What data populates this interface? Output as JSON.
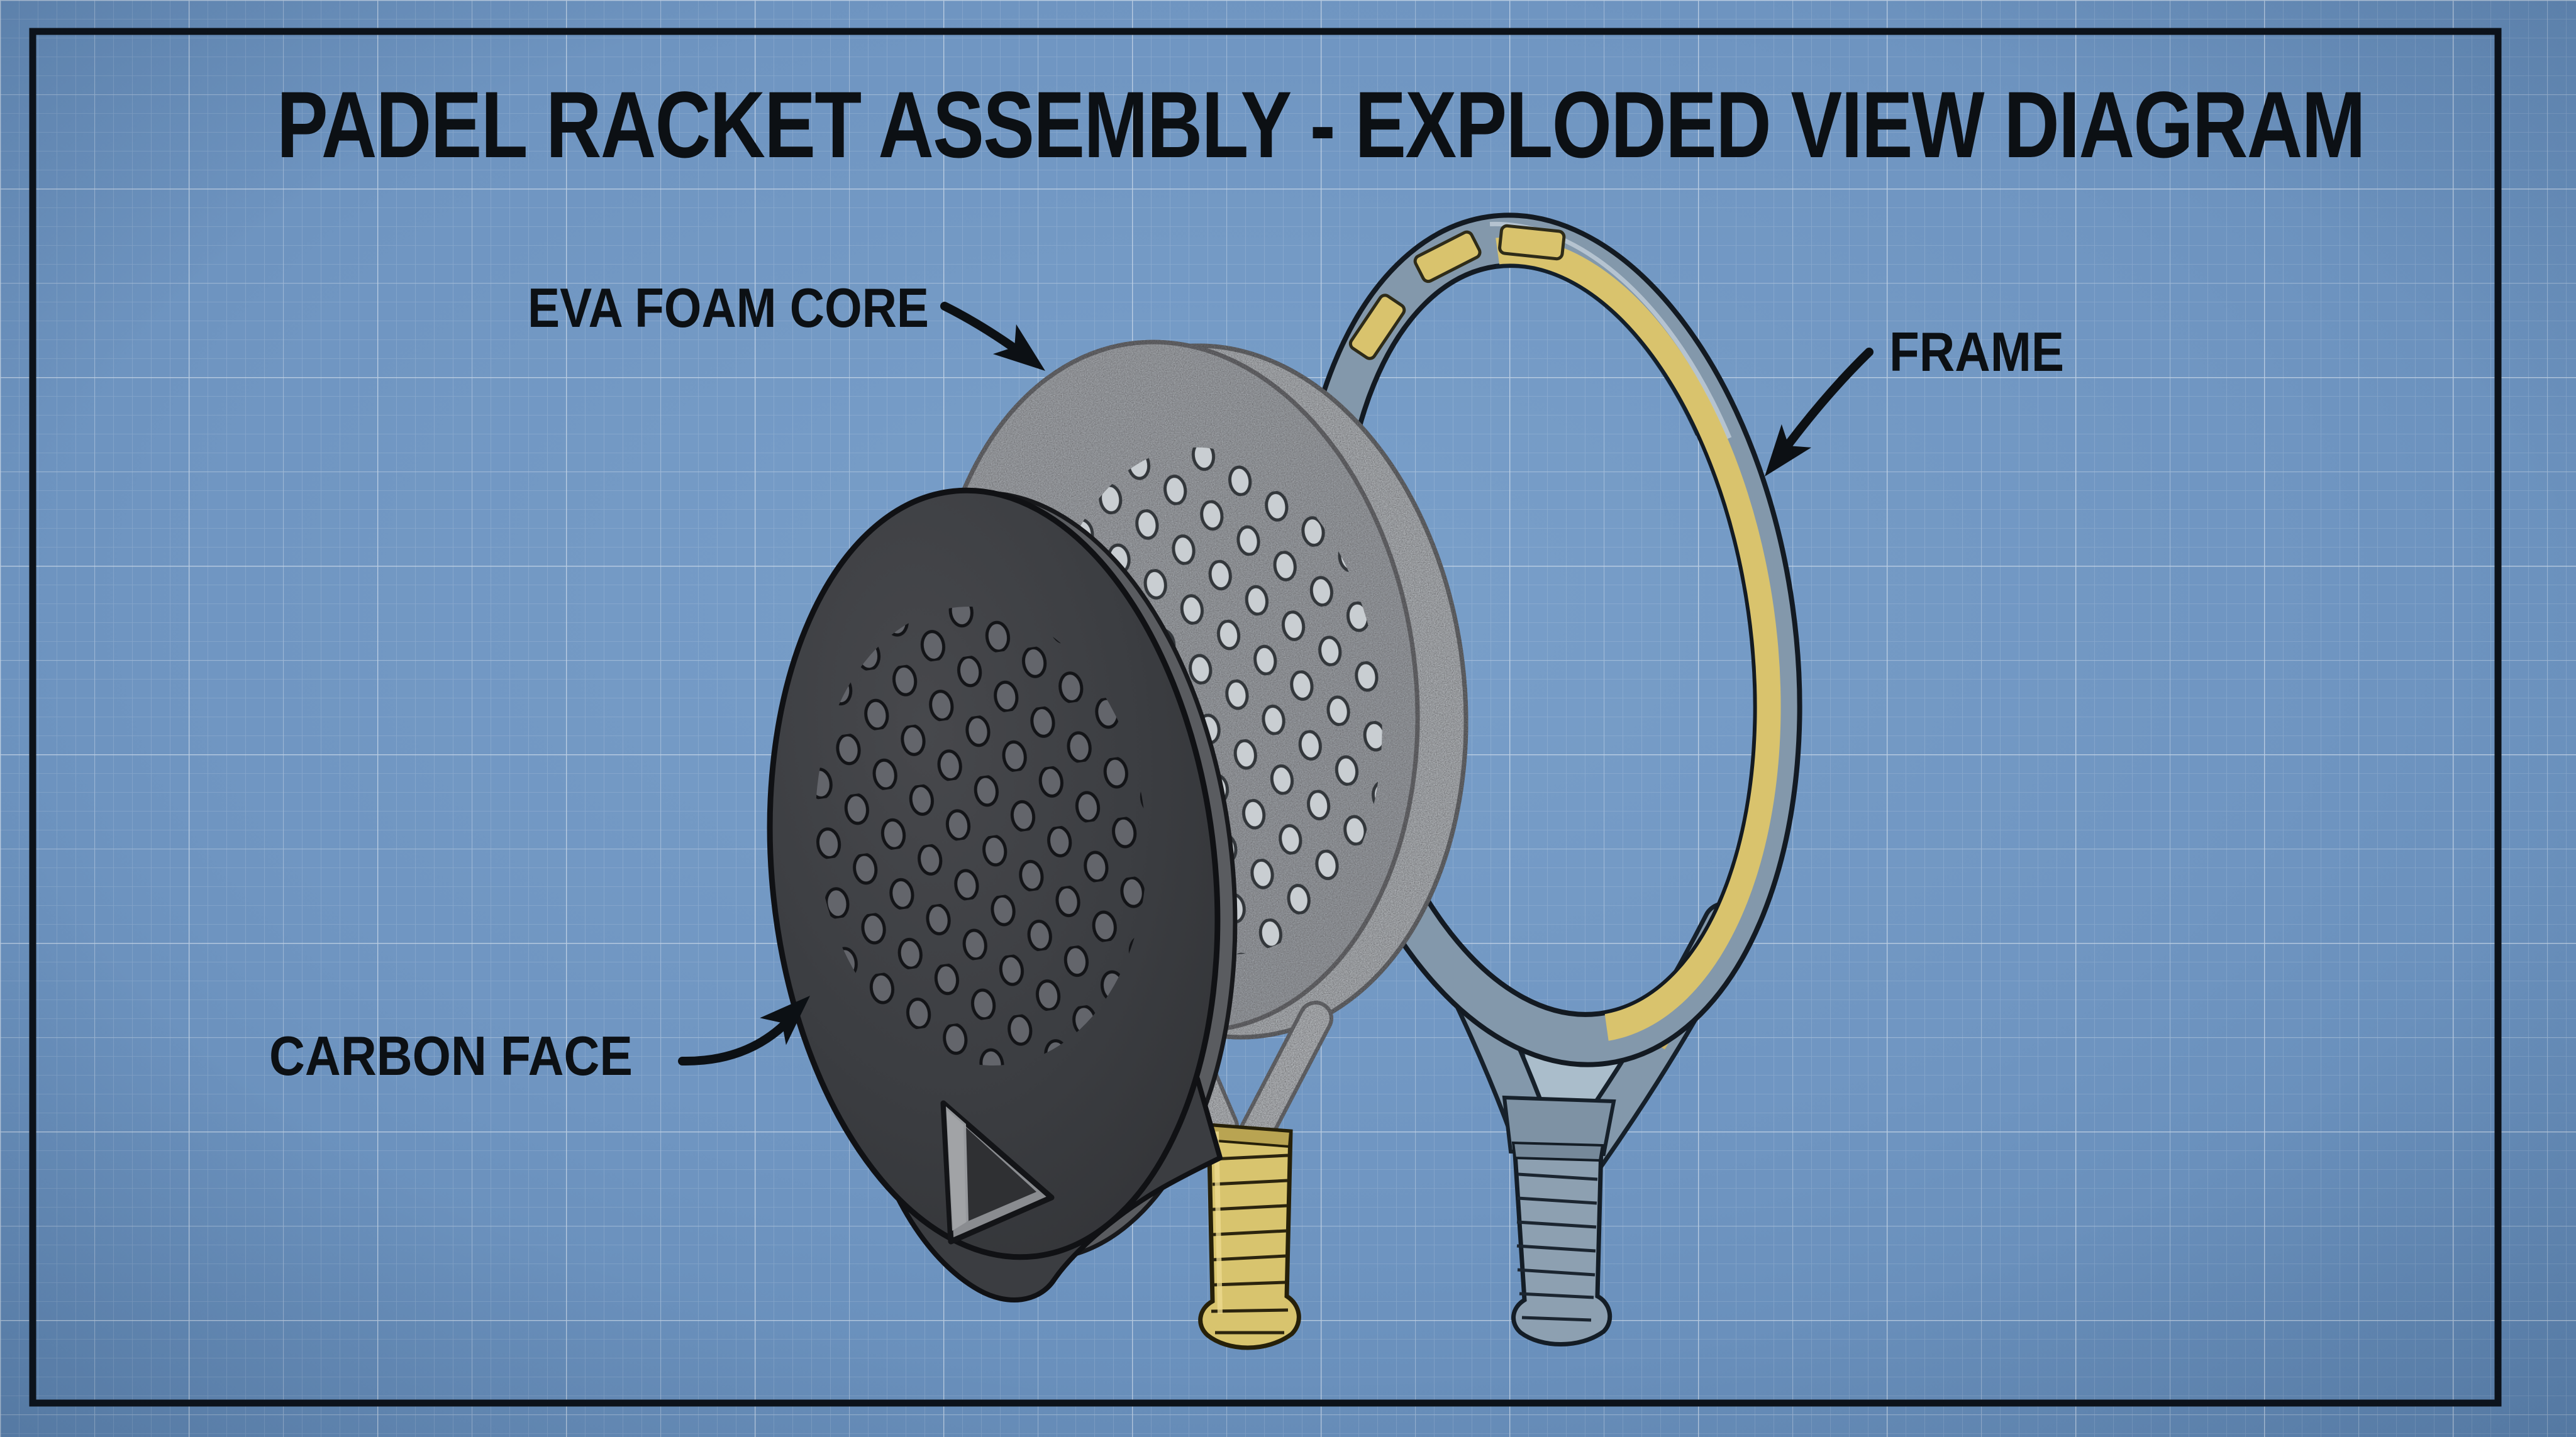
{
  "diagram": {
    "title": "PADEL RACKET ASSEMBLY - EXPLODED VIEW DIAGRAM",
    "annotations": [
      {
        "id": "eva-foam-core",
        "text": "EVA FOAM CORE"
      },
      {
        "id": "frame",
        "text": "FRAME"
      },
      {
        "id": "carbon-face",
        "text": "CARBON FACE"
      }
    ],
    "parts": [
      {
        "id": "carbon-face",
        "label": "CARBON FACE"
      },
      {
        "id": "eva-foam-core",
        "label": "EVA FOAM CORE"
      },
      {
        "id": "frame",
        "label": "FRAME"
      }
    ]
  },
  "colors": {
    "background_blue": "#6f95c1",
    "ink": "#0c1014",
    "carbon_dark": "#3b3d41",
    "carbon_hole": "#63656b",
    "foam_gray": "#b6bbc0",
    "foam_rim": "#ced3d7",
    "foam_hole": "#c9ced2",
    "frame_blue_gray": "#8398ab",
    "accent_gold": "#d9c36d",
    "grip_gold": "#d8c46e",
    "grip_blue": "#8da0b1"
  }
}
